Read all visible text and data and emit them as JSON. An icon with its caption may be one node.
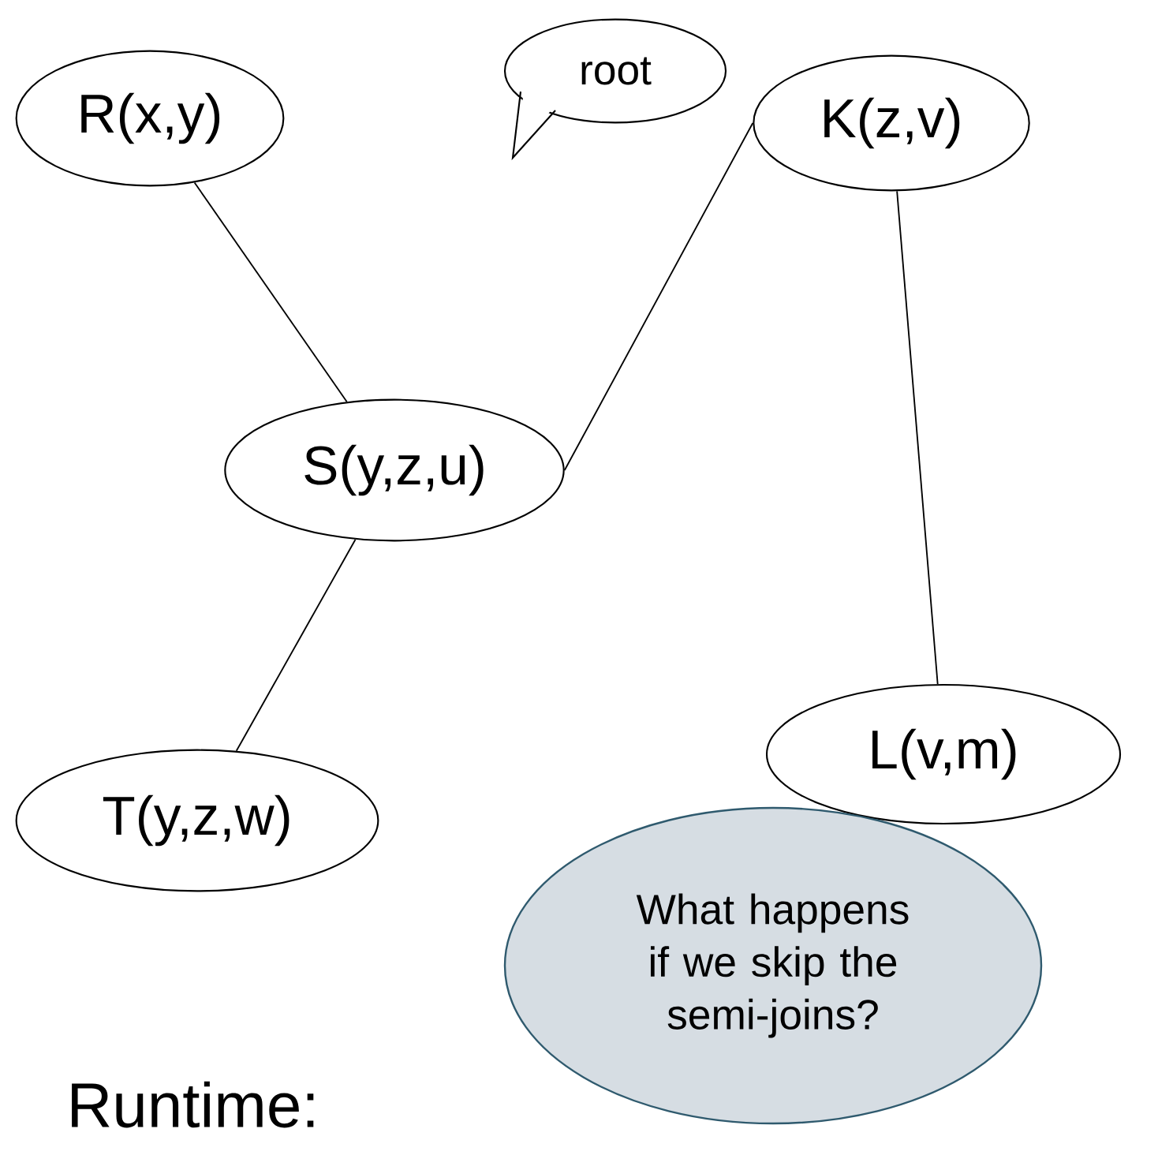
{
  "diagram": {
    "nodes": [
      {
        "text": [
          "R(x,y)"
        ]
      },
      {
        "text": [
          "root"
        ]
      },
      {
        "text": [
          "K(z,v)"
        ]
      },
      {
        "text": [
          "S(y,z,u)"
        ]
      },
      {
        "text": [
          "L(v,m)"
        ]
      },
      {
        "text": [
          "T(y,z,w)"
        ]
      },
      {
        "text": [
          "What happens if we skip the semi-joins?"
        ]
      }
    ],
    "edges": [
      {
        "from": 0,
        "to": 3,
        "arrow": "none"
      },
      {
        "from": 3,
        "to": 2,
        "arrow": "none"
      },
      {
        "from": 3,
        "to": 5,
        "arrow": "none"
      },
      {
        "from": 2,
        "to": 4,
        "arrow": "none"
      }
    ],
    "labels": [
      "Runtime:"
    ]
  }
}
